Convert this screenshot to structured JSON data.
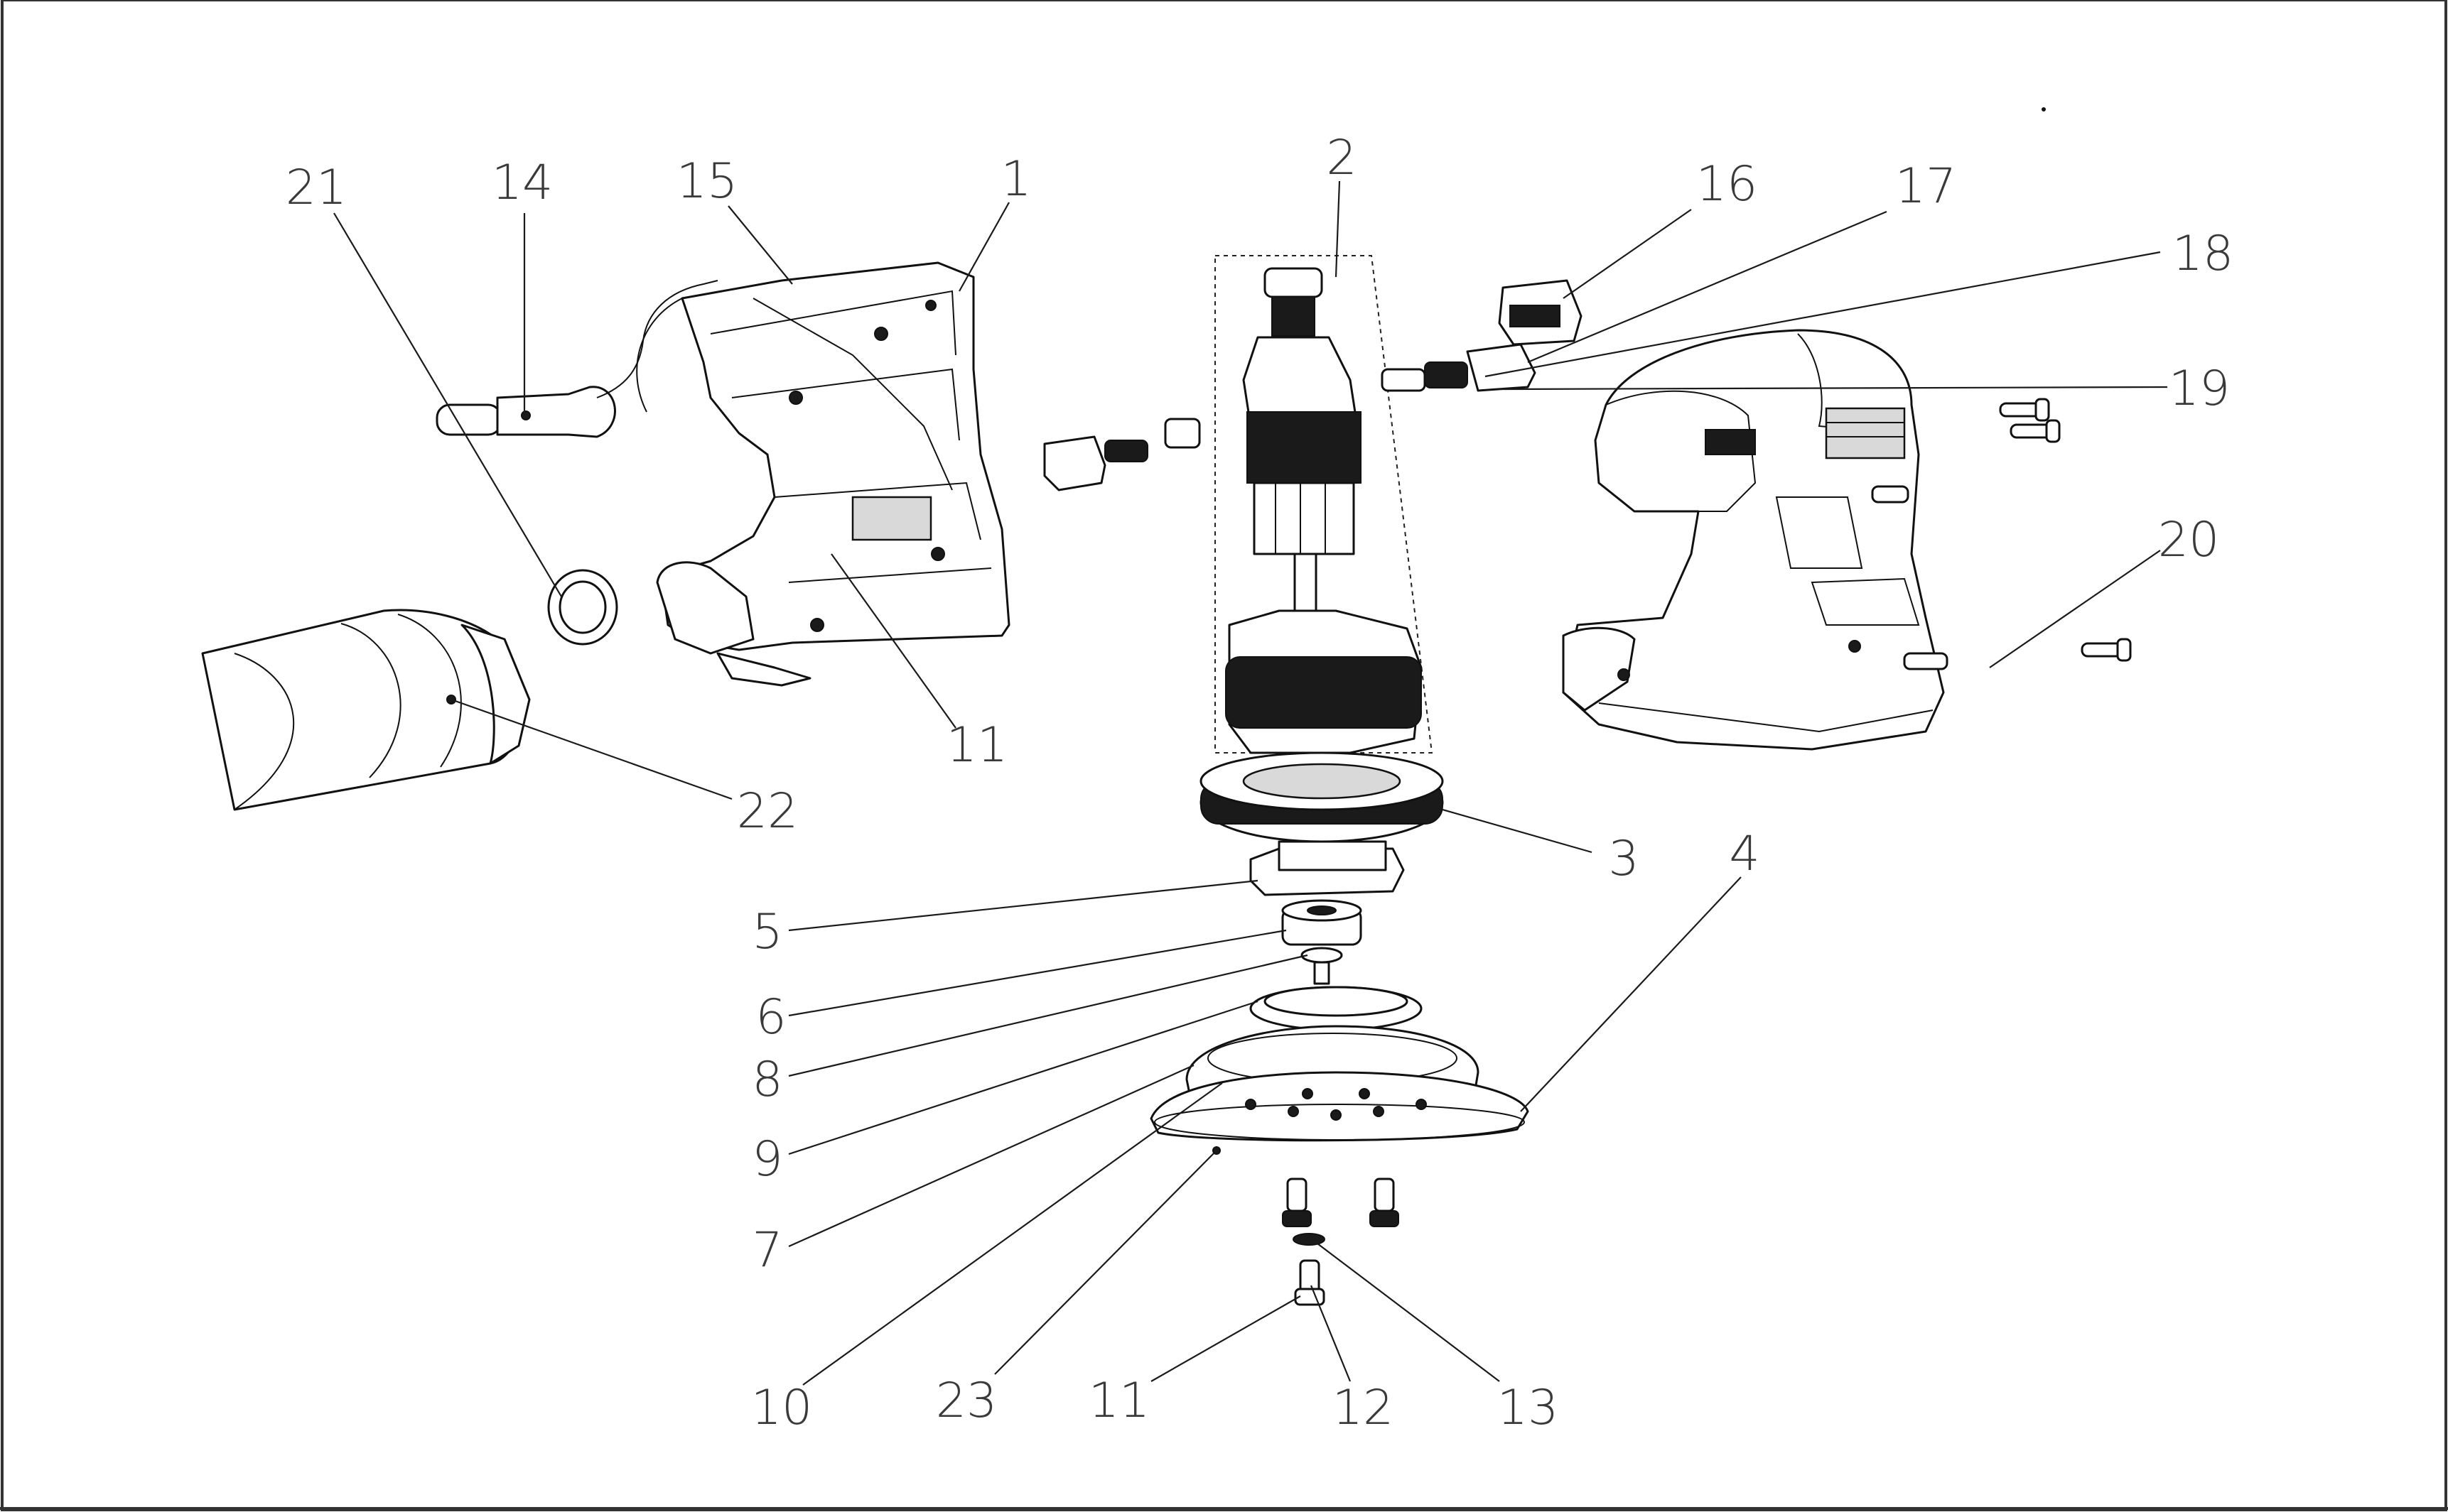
{
  "callouts": [
    {
      "label": "21"
    },
    {
      "label": "14"
    },
    {
      "label": "15"
    },
    {
      "label": "1"
    },
    {
      "label": "2"
    },
    {
      "label": "16"
    },
    {
      "label": "17"
    },
    {
      "label": "18"
    },
    {
      "label": "19"
    },
    {
      "label": "20"
    },
    {
      "label": "11"
    },
    {
      "label": "22"
    },
    {
      "label": "3"
    },
    {
      "label": "4"
    },
    {
      "label": "5"
    },
    {
      "label": "6"
    },
    {
      "label": "8"
    },
    {
      "label": "9"
    },
    {
      "label": "7"
    },
    {
      "label": "10"
    },
    {
      "label": "23"
    },
    {
      "label": "11"
    },
    {
      "label": "12"
    },
    {
      "label": "13"
    }
  ]
}
